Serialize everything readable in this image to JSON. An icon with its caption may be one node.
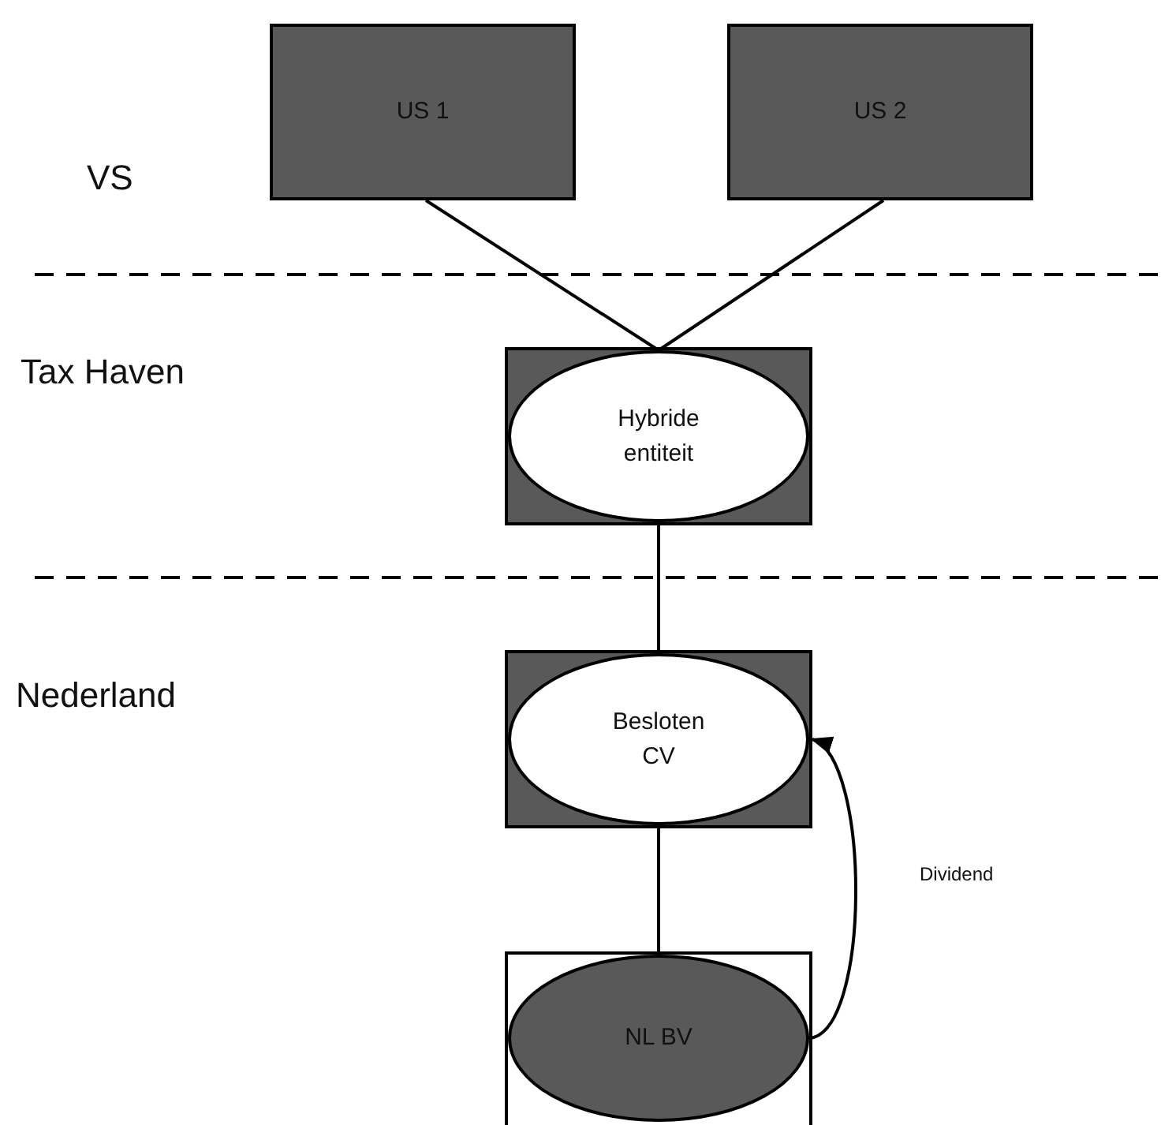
{
  "diagram": {
    "nodes": [
      {
        "text": [
          "US 1"
        ]
      },
      {
        "text": [
          "US 2"
        ]
      },
      {
        "text": [],
        "shape": "box"
      },
      {
        "text": [
          "Hybride entiteit"
        ],
        "in": 2
      },
      {
        "text": [],
        "shape": "box"
      },
      {
        "text": [
          "Besloten CV"
        ],
        "in": 4
      },
      {
        "text": [],
        "shape": "box"
      },
      {
        "text": [
          "NL BV"
        ],
        "in": 6
      }
    ],
    "edges": [
      {
        "from": 0,
        "to": 3,
        "arrow": "none"
      },
      {
        "from": 1,
        "to": 3,
        "arrow": "none"
      },
      {
        "from": 3,
        "to": 5,
        "arrow": "none"
      },
      {
        "from": 5,
        "to": 7,
        "arrow": "none"
      },
      {
        "from": 7,
        "to": 5,
        "arrow": "to",
        "label": "Dividend"
      }
    ],
    "labels": [
      "VS",
      "Tax Haven",
      "Nederland"
    ]
  }
}
